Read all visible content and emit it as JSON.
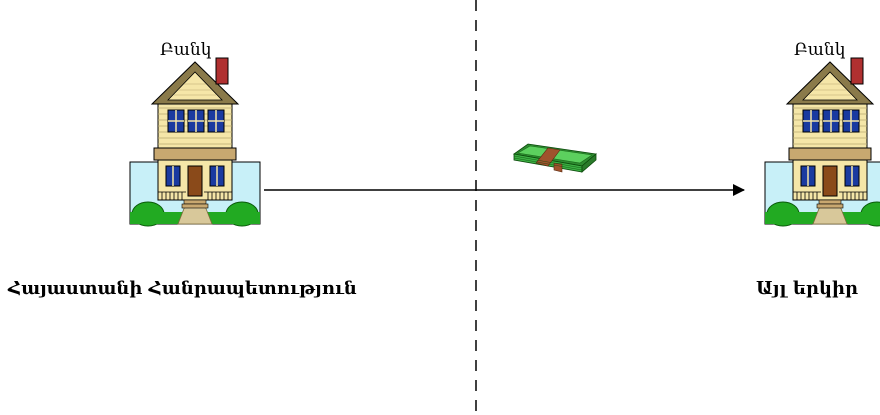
{
  "left_side": {
    "bank_label": "Բանկ",
    "country_label": "Հայաստանի Հանրապետություն"
  },
  "right_side": {
    "bank_label": "Բանկ",
    "country_label": "Այլ երկիր"
  },
  "icons": {
    "left_bank": "house-icon",
    "right_bank": "house-icon",
    "transfer": "money-stack-icon"
  },
  "colors": {
    "frame_fill": "#c8f0f8",
    "roof": "#8a7a4a",
    "siding": "#f5e6a8",
    "window": "#1a3aa0",
    "door": "#8a4a1a",
    "chimney": "#b03030",
    "grass": "#22aa22",
    "money": "#3cb043",
    "money_band": "#a0522d"
  }
}
